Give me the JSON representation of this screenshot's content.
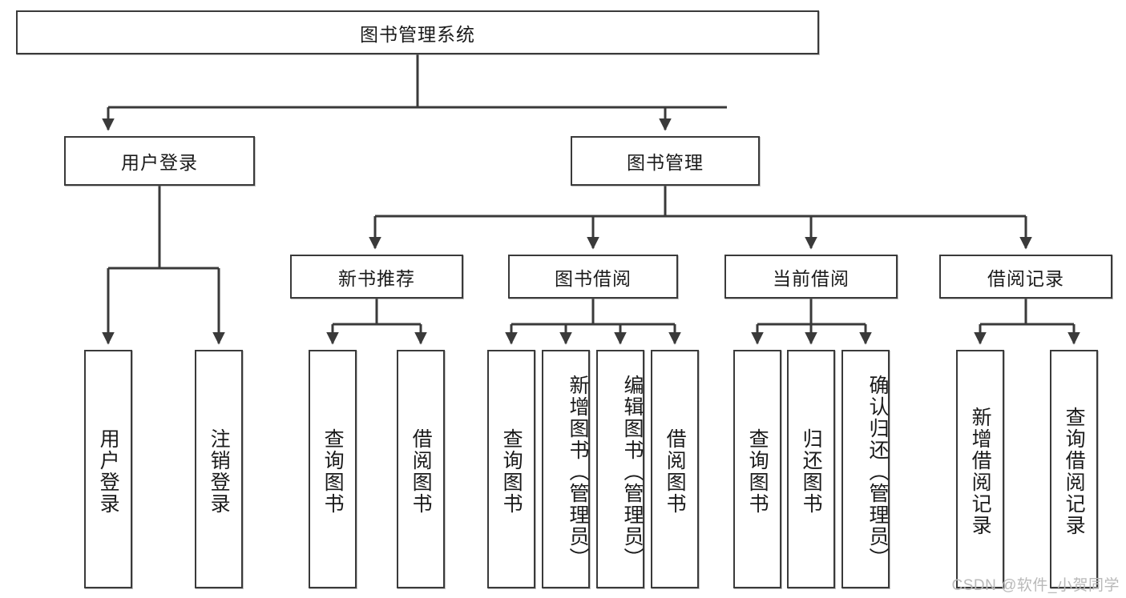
{
  "diagram": {
    "title": "图书管理系统",
    "type": "hierarchy-tree",
    "root": {
      "id": "root",
      "label": "图书管理系统"
    },
    "level2": [
      {
        "id": "user-login",
        "label": "用户登录"
      },
      {
        "id": "book-manage",
        "label": "图书管理"
      }
    ],
    "level3": [
      {
        "id": "new-book-rec",
        "label": "新书推荐"
      },
      {
        "id": "book-borrow",
        "label": "图书借阅"
      },
      {
        "id": "current-borrow",
        "label": "当前借阅"
      },
      {
        "id": "borrow-record",
        "label": "借阅记录"
      }
    ],
    "leaves": {
      "user_login": [
        {
          "id": "leaf-user-login",
          "label": "用户登录"
        },
        {
          "id": "leaf-logout",
          "label": "注销登录"
        }
      ],
      "new_book_rec": [
        {
          "id": "leaf-query-book-1",
          "label": "查询图书"
        },
        {
          "id": "leaf-borrow-book-1",
          "label": "借阅图书"
        }
      ],
      "book_borrow": [
        {
          "id": "leaf-query-book-2",
          "label": "查询图书"
        },
        {
          "id": "leaf-add-book",
          "label": "新增图书（管理员）"
        },
        {
          "id": "leaf-edit-book",
          "label": "编辑图书（管理员）"
        },
        {
          "id": "leaf-borrow-book-2",
          "label": "借阅图书"
        }
      ],
      "current_borrow": [
        {
          "id": "leaf-query-book-3",
          "label": "查询图书"
        },
        {
          "id": "leaf-return-book",
          "label": "归还图书"
        },
        {
          "id": "leaf-confirm-return",
          "label": "确认归还（管理员）"
        }
      ],
      "borrow_record": [
        {
          "id": "leaf-add-record",
          "label": "新增借阅记录"
        },
        {
          "id": "leaf-query-record",
          "label": "查询借阅记录"
        }
      ]
    }
  },
  "watermark": {
    "text": "CSDN @软件_小贺同学"
  },
  "colors": {
    "stroke": "#3a3a3a",
    "text": "#1a1a1a",
    "background": "#ffffff",
    "watermark": "#b9b9b9"
  }
}
